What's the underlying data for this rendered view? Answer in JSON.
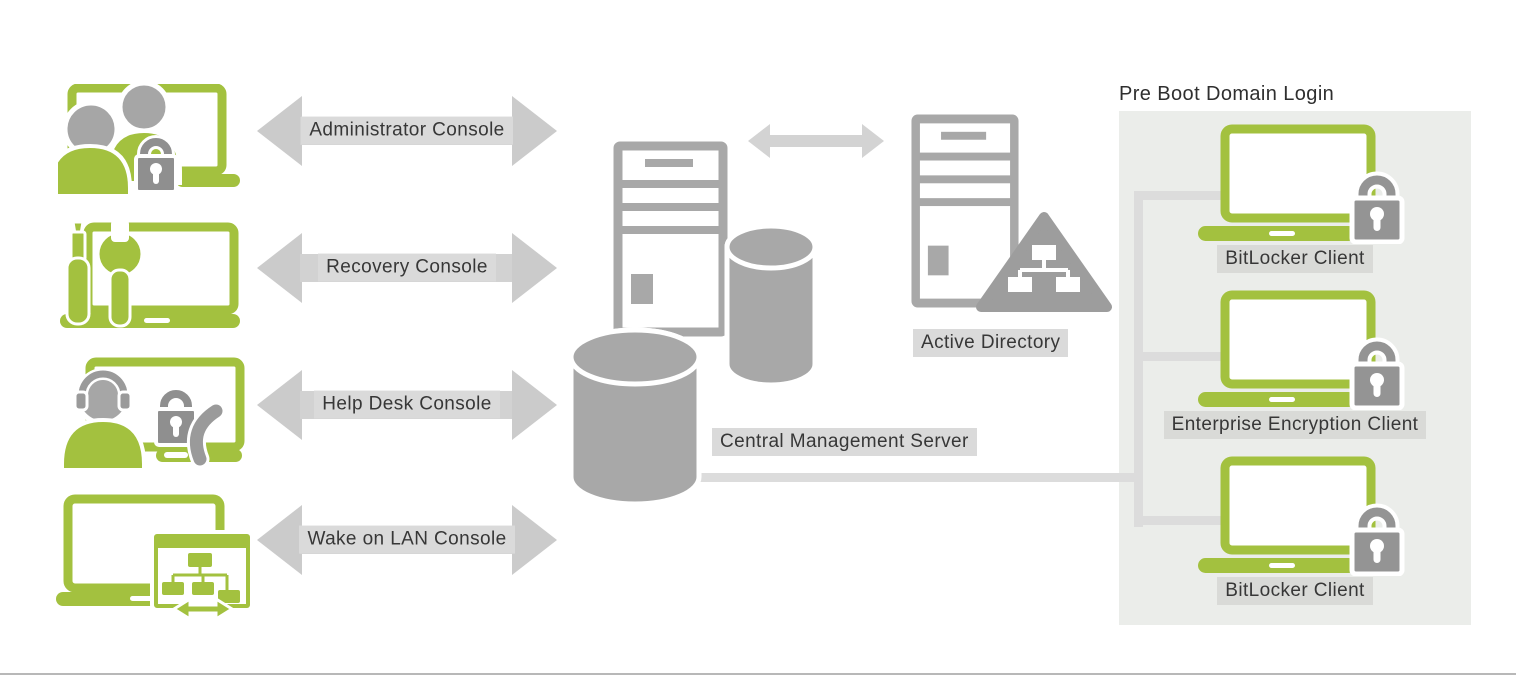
{
  "consoles": [
    {
      "label": "Administrator Console"
    },
    {
      "label": "Recovery Console"
    },
    {
      "label": "Help Desk Console"
    },
    {
      "label": "Wake on LAN Console"
    }
  ],
  "central_server": {
    "label": "Central Management Server"
  },
  "active_directory": {
    "label": "Active Directory"
  },
  "pre_boot": {
    "title": "Pre Boot Domain Login",
    "clients": [
      {
        "label": "BitLocker Client"
      },
      {
        "label": "Enterprise Encryption Client"
      },
      {
        "label": "BitLocker Client"
      }
    ]
  },
  "icons": {
    "admin": "admin-console-icon",
    "recovery": "recovery-console-icon",
    "helpdesk": "help-desk-console-icon",
    "wol": "wake-on-lan-console-icon",
    "server": "server-tower-icon",
    "database": "database-cylinder-icon",
    "directory_tree": "directory-tree-triangle-icon",
    "laptop_lock": "laptop-lock-icon"
  },
  "colors": {
    "accent_green": "#a3c13f",
    "icon_gray": "#a8a8a8",
    "lock_gray": "#8f8f8f",
    "arrow_gray": "#cbcbcb",
    "label_bg": "#dadada",
    "panel_bg": "#ebedea",
    "connector_gray": "#dcdcdc",
    "text_color": "#3a3a3a"
  }
}
